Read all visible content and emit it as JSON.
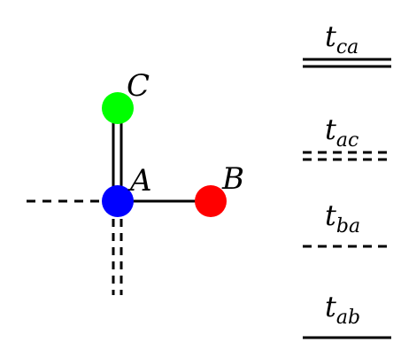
{
  "nodes": {
    "A": {
      "label": "A",
      "color": "#0000ff"
    },
    "B": {
      "label": "B",
      "color": "#ff0000"
    },
    "C": {
      "label": "C",
      "color": "#00ff00"
    }
  },
  "legend": [
    {
      "main": "t",
      "sub": "ca",
      "line_style": "double-solid"
    },
    {
      "main": "t",
      "sub": "ac",
      "line_style": "double-dashed"
    },
    {
      "main": "t",
      "sub": "ba",
      "line_style": "single-dashed"
    },
    {
      "main": "t",
      "sub": "ab",
      "line_style": "single-solid"
    }
  ]
}
